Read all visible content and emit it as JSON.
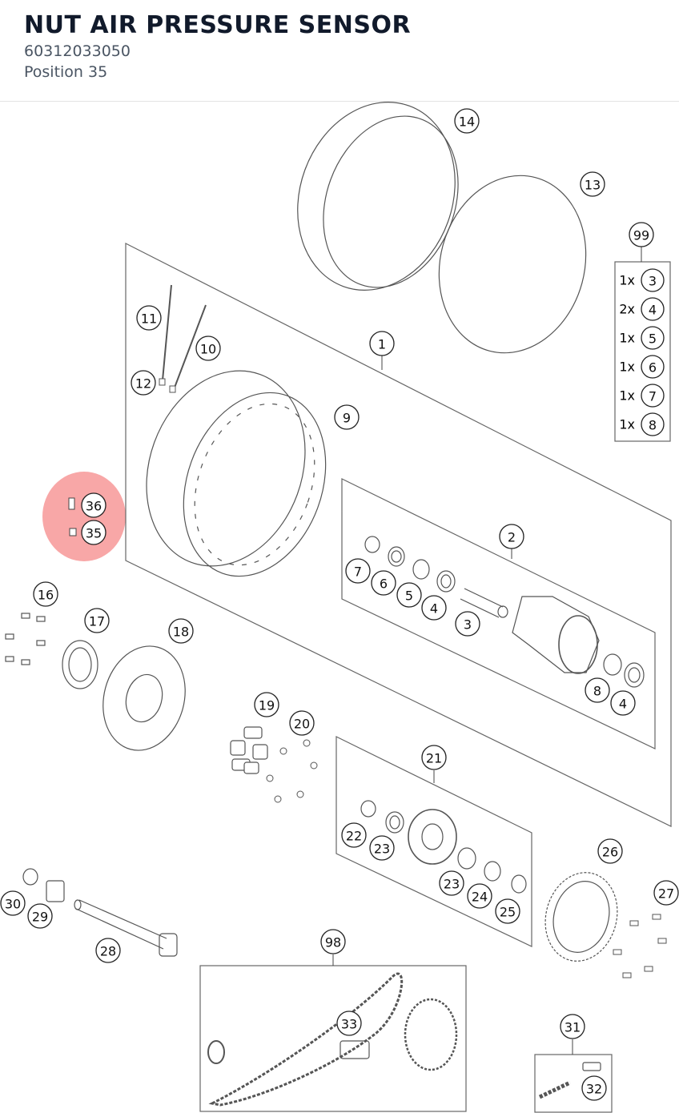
{
  "header": {
    "title": "NUT AIR PRESSURE SENSOR",
    "part_number": "60312033050",
    "position_label": "Position 35"
  },
  "highlight_color": "#f58a8a",
  "callouts": {
    "c1": "1",
    "c2": "2",
    "c3": "3",
    "c4": "4",
    "c4b": "4",
    "c5": "5",
    "c6": "6",
    "c7": "7",
    "c8": "8",
    "c9": "9",
    "c10": "10",
    "c11": "11",
    "c12": "12",
    "c13": "13",
    "c14": "14",
    "c16": "16",
    "c17": "17",
    "c18": "18",
    "c19": "19",
    "c20": "20",
    "c21": "21",
    "c22": "22",
    "c23": "23",
    "c23b": "23",
    "c24": "24",
    "c25": "25",
    "c26": "26",
    "c27": "27",
    "c28": "28",
    "c29": "29",
    "c30": "30",
    "c31": "31",
    "c32": "32",
    "c33": "33",
    "c35": "35",
    "c36": "36",
    "c98": "98",
    "c99": "99"
  },
  "kit_99": [
    {
      "qty": "1x",
      "part": "3"
    },
    {
      "qty": "2x",
      "part": "4"
    },
    {
      "qty": "1x",
      "part": "5"
    },
    {
      "qty": "1x",
      "part": "6"
    },
    {
      "qty": "1x",
      "part": "7"
    },
    {
      "qty": "1x",
      "part": "8"
    }
  ]
}
